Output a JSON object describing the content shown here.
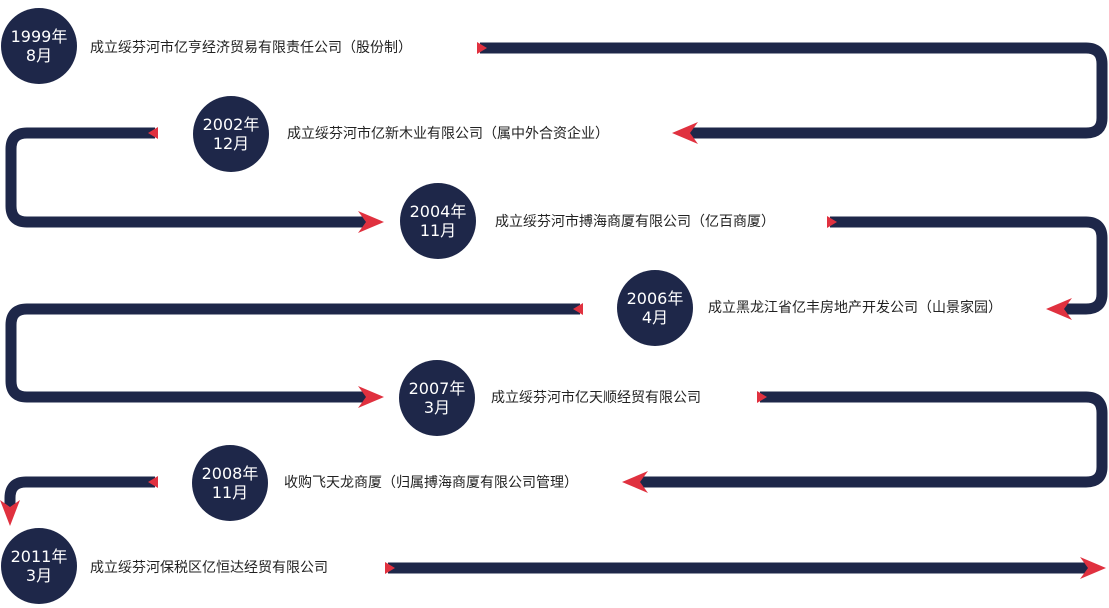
{
  "colors": {
    "track": "#1e2749",
    "arrow": "#e0313f",
    "badge_bg": "#1e2749",
    "badge_text": "#ffffff",
    "label_text": "#222222"
  },
  "milestones": [
    {
      "year": "1999年",
      "month": "8月",
      "text": "成立绥芬河市亿亨经济贸易有限责任公司（股份制）"
    },
    {
      "year": "2002年",
      "month": "12月",
      "text": "成立绥芬河市亿新木业有限公司（属中外合资企业）"
    },
    {
      "year": "2004年",
      "month": "11月",
      "text": "成立绥芬河市搏海商厦有限公司（亿百商厦）"
    },
    {
      "year": "2006年",
      "month": "4月",
      "text": "成立黑龙江省亿丰房地产开发公司（山景家园）"
    },
    {
      "year": "2007年",
      "month": "3月",
      "text": "成立绥芬河市亿天顺经贸有限公司"
    },
    {
      "year": "2008年",
      "month": "11月",
      "text": "收购飞天龙商厦（归属搏海商厦有限公司管理）"
    },
    {
      "year": "2011年",
      "month": "3月",
      "text": "成立绥芬河保税区亿恒达经贸有限公司"
    }
  ]
}
